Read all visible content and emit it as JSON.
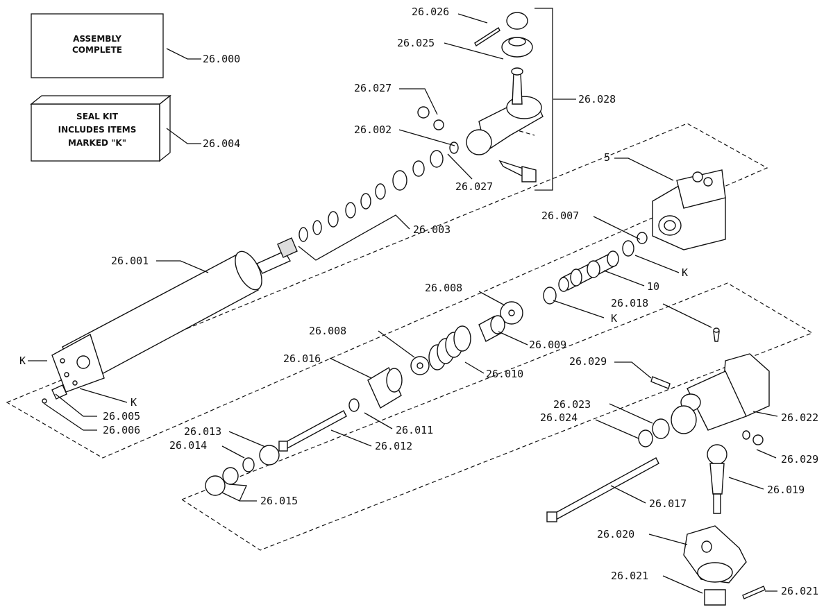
{
  "boxes": {
    "assembly": [
      "ASSEMBLY",
      "COMPLETE"
    ],
    "seal_kit": [
      "SEAL    KIT",
      "INCLUDES ITEMS",
      "MARKED  \"K\""
    ]
  },
  "labels": {
    "l26000": "26.000",
    "l26004": "26.004",
    "l26026": "26.026",
    "l26025": "26.025",
    "l26027a": "26.027",
    "l26028": "26.028",
    "l26002": "26.002",
    "l26027b": "26.027",
    "l26003": "26.003",
    "l5": "5",
    "l26007": "26.007",
    "lK1": "K",
    "l10": "10",
    "l26001": "26.001",
    "l26008a": "26.008",
    "lK2": "K",
    "l26018": "26.018",
    "l26008b": "26.008",
    "l26009": "26.009",
    "l26016": "26.016",
    "l26010": "26.010",
    "l26029a": "26.029",
    "lK3": "K",
    "lK4": "K",
    "l26005": "26.005",
    "l26006": "26.006",
    "l26023": "26.023",
    "l26024": "26.024",
    "l26022": "26.022",
    "l26011": "26.011",
    "l26013": "26.013",
    "l26012": "26.012",
    "l26014": "26.014",
    "l26029b": "26.029",
    "l26019": "26.019",
    "l26015": "26.015",
    "l26017": "26.017",
    "l26020": "26.020",
    "l26021a": "26.021",
    "l26021b": "26.021"
  }
}
